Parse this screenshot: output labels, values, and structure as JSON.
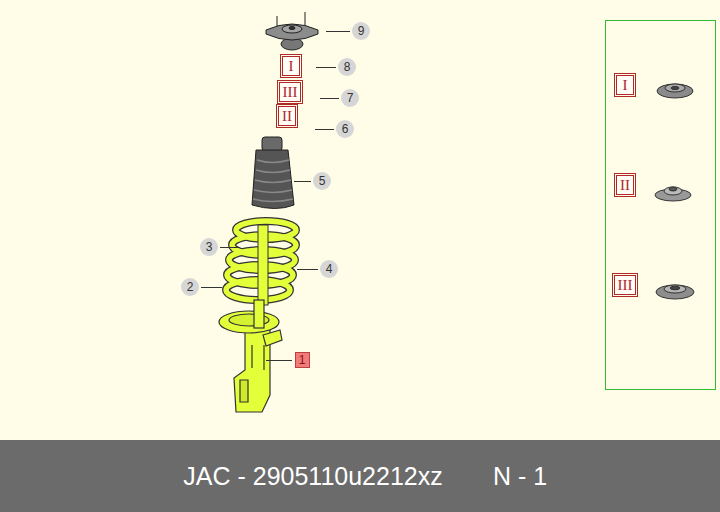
{
  "diagram": {
    "nodes": [
      {
        "text": [
          "9"
        ]
      },
      {
        "text": [
          "I"
        ]
      },
      {
        "text": [
          "8"
        ]
      },
      {
        "text": [
          "III"
        ]
      },
      {
        "text": [
          "7"
        ]
      },
      {
        "text": [
          "II"
        ]
      },
      {
        "text": [
          "6"
        ]
      },
      {
        "text": [
          "5"
        ]
      },
      {
        "text": [
          "3"
        ]
      },
      {
        "text": [
          "4"
        ]
      },
      {
        "text": [
          "2"
        ]
      },
      {
        "text": [
          "1"
        ]
      },
      {
        "text": [
          "I"
        ]
      },
      {
        "text": [
          "II"
        ]
      },
      {
        "text": [
          "III"
        ]
      },
      {
        "text": [
          "JAC - 2905110u2212xz",
          "N - 1"
        ]
      }
    ]
  }
}
